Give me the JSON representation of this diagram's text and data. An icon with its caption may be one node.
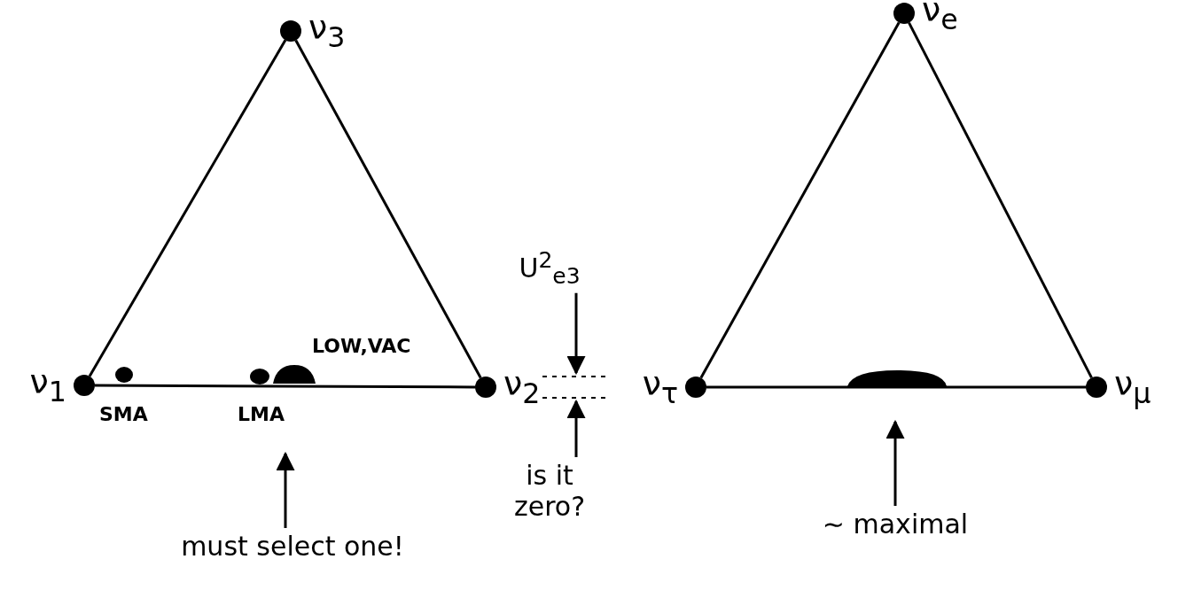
{
  "diagram": {
    "nodes": [
      {
        "text": [
          "ν$_{3}$"
        ]
      },
      {
        "text": [
          "ν$_{1}$"
        ]
      },
      {
        "text": [
          "ν$_{2}$"
        ]
      },
      {
        "text": [
          "ν$_{e}$"
        ]
      },
      {
        "text": [
          "ν$_{τ}$"
        ]
      },
      {
        "text": [
          "ν$_{μ}$"
        ]
      },
      {
        "text": [
          "must select one!"
        ]
      },
      {
        "text": [
          "U$^{2}$$_{e3}$"
        ]
      },
      {
        "text": [
          "is it zero?"
        ]
      },
      {
        "text": [
          "∼ maximal"
        ]
      },
      {
        "text": [],
        "shape": "blob"
      }
    ],
    "edges": [
      {
        "from": 0,
        "to": 1,
        "arrow": "none"
      },
      {
        "from": 0,
        "to": 2,
        "arrow": "none"
      },
      {
        "from": 1,
        "to": 2,
        "arrow": "none"
      },
      {
        "from": 3,
        "to": 4,
        "arrow": "none"
      },
      {
        "from": 3,
        "to": 5,
        "arrow": "none"
      },
      {
        "from": 4,
        "to": 5,
        "arrow": "none"
      },
      {
        "from": 6,
        "to": null,
        "arrow": "to"
      },
      {
        "from": 7,
        "to": null,
        "arrow": "to"
      },
      {
        "from": 8,
        "to": null,
        "arrow": "to"
      },
      {
        "from": 9,
        "to": 10,
        "arrow": "to"
      }
    ],
    "labels": [
      "LOW,VAC",
      "SMA",
      "LMA"
    ]
  }
}
